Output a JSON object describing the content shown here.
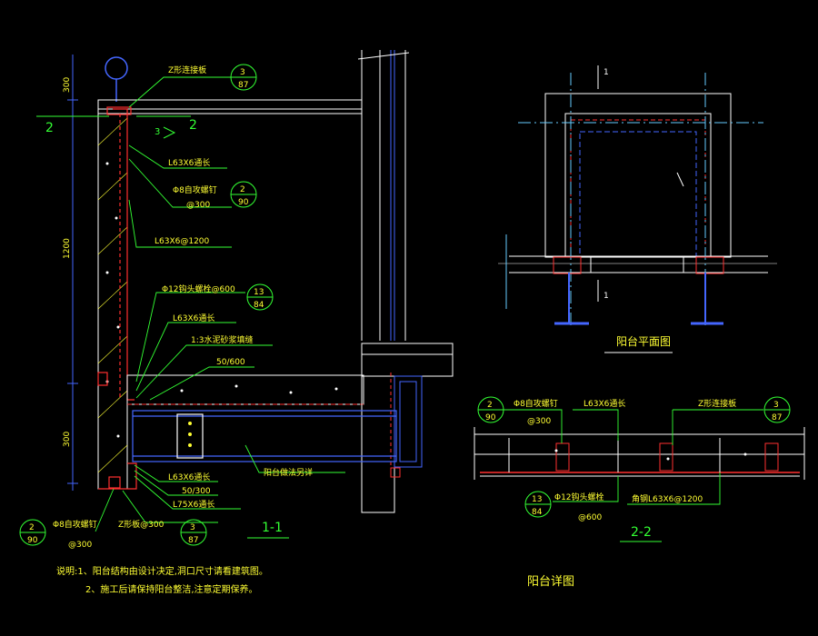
{
  "colors": {
    "background": "#000000",
    "concrete": "#ffffff",
    "steel_red": "#ff3030",
    "glass_blue": "#3a5cff",
    "leader_green": "#33ff33",
    "dim_blue": "#4466ff",
    "text_yellow": "#ffff33",
    "grid_cyan": "#66ccff"
  },
  "section_1_1": {
    "title": "1-1",
    "dims": [
      "300",
      "1200",
      "300"
    ],
    "cut_mark": "2",
    "cut_ref": "3",
    "labels": {
      "zsteel_top": "Z形连接板",
      "angle_1": "L63X6通长",
      "bolt_1": "Φ8自攻螺钉",
      "bolt_1_spacing": "@300",
      "angle_2": "L63X6@1200",
      "bolt_2": "Φ12钩头螺栓@600",
      "angle_3": "L63X6通长",
      "mortar": "1:3水泥砂浆填缝",
      "pad": "50/600",
      "angle_4": "L63X6通长",
      "pad_2": "50/300",
      "angle_5": "L75X6通长",
      "glass_note": "阳台做法另详",
      "bolt_bottom": "Φ8自攻螺钉",
      "bolt_bottom_spacing": "@300",
      "zsteel_bottom": "Z形板@300"
    },
    "callouts": [
      {
        "top": "3",
        "bottom": "87"
      },
      {
        "top": "2",
        "bottom": "90"
      },
      {
        "top": "13",
        "bottom": "84"
      },
      {
        "top": "2",
        "bottom": "90"
      },
      {
        "top": "3",
        "bottom": "87"
      }
    ]
  },
  "plan": {
    "title": "阳台平面图",
    "cut_mark": "1"
  },
  "section_2_2": {
    "title": "2-2",
    "labels": {
      "bolt_1": "Φ8自攻螺钉",
      "bolt_1_spacing": "@300",
      "angle_1": "L63X6通长",
      "zsteel": "Z形连接板",
      "bolt_2": "Φ12钩头螺栓",
      "bolt_2_spacing": "@600",
      "angle_2": "角钢L63X6@1200"
    },
    "callouts": [
      {
        "top": "2",
        "bottom": "90"
      },
      {
        "top": "3",
        "bottom": "87"
      },
      {
        "top": "13",
        "bottom": "84"
      }
    ]
  },
  "sheet_title": "阳台详图",
  "notes": [
    "说明:1、阳台结构由设计决定,洞口尺寸请看建筑图。",
    "2、施工后请保持阳台整洁,注意定期保养。"
  ]
}
